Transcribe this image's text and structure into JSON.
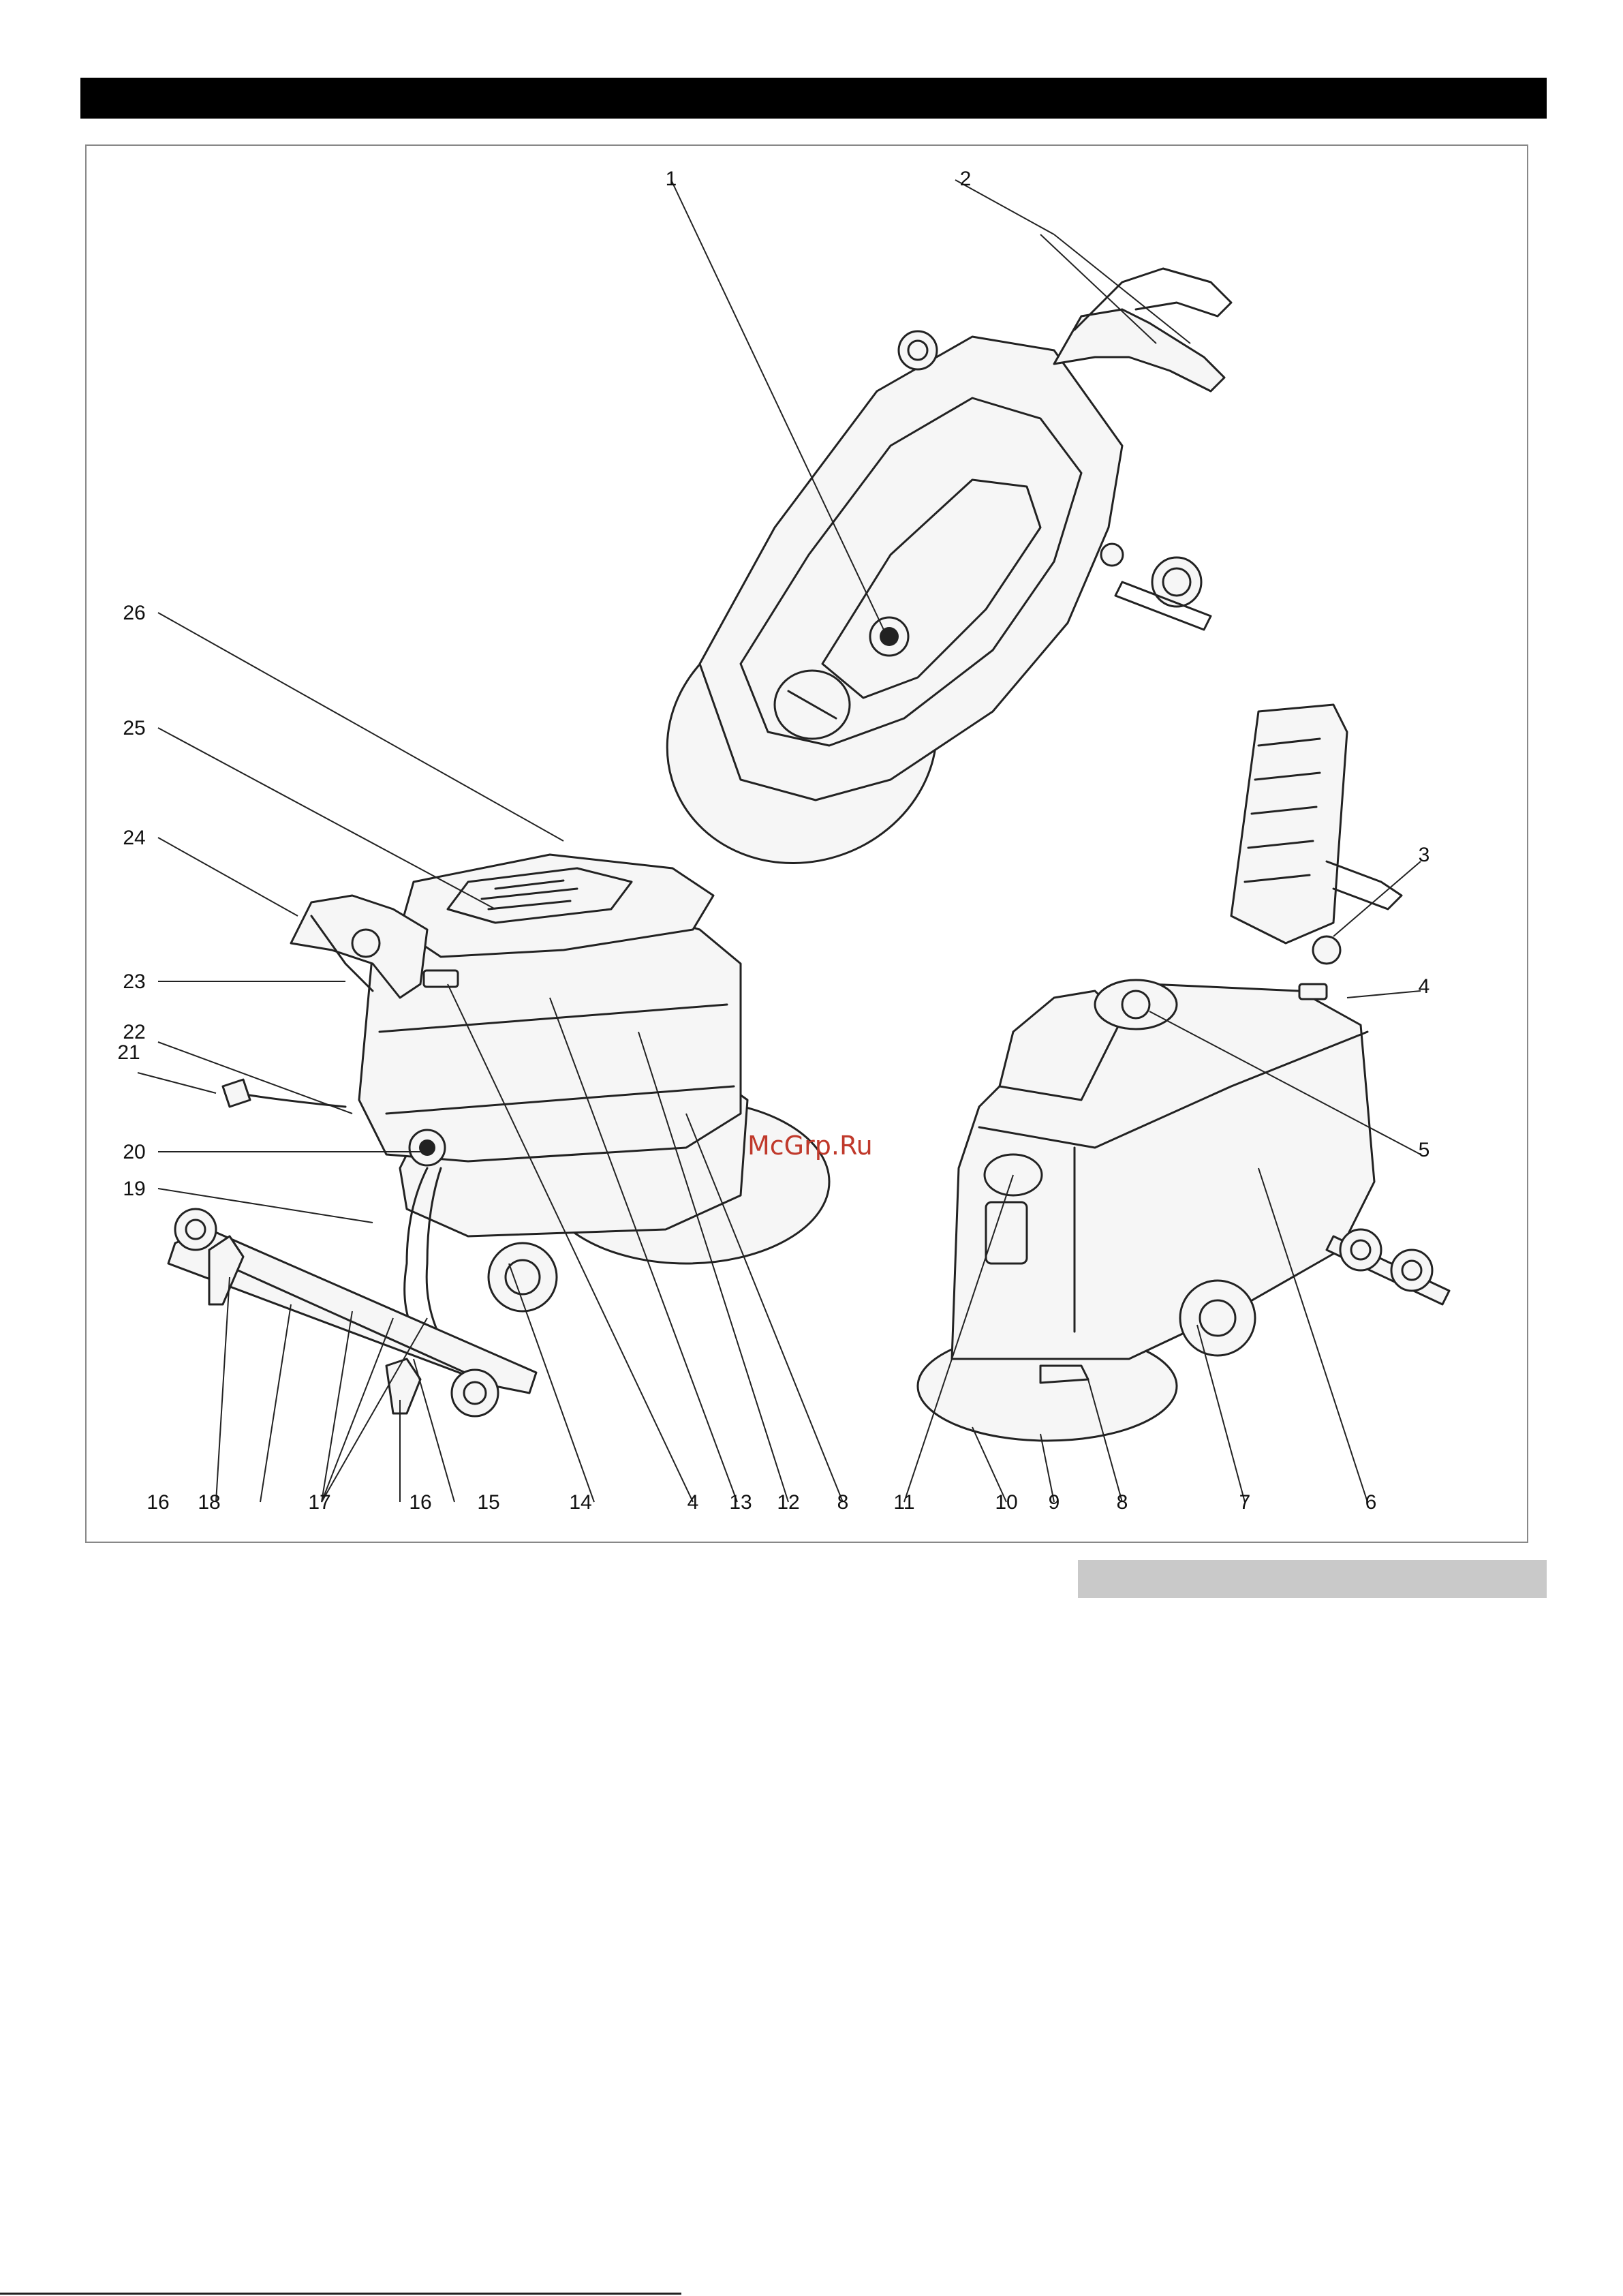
{
  "watermark": "McGrp.Ru",
  "callouts": {
    "c1": "1",
    "c2": "2",
    "c3": "3",
    "c4": "4",
    "c4b": "4",
    "c5": "5",
    "c6": "6",
    "c7": "7",
    "c8": "8",
    "c8b": "8",
    "c9": "9",
    "c10": "10",
    "c11": "11",
    "c12": "12",
    "c13": "13",
    "c14": "14",
    "c15": "15",
    "c16": "16",
    "c16b": "16",
    "c17": "17",
    "c18": "18",
    "c19": "19",
    "c20": "20",
    "c21": "21",
    "c22": "22",
    "c23": "23",
    "c24": "24",
    "c25": "25",
    "c26": "26"
  }
}
